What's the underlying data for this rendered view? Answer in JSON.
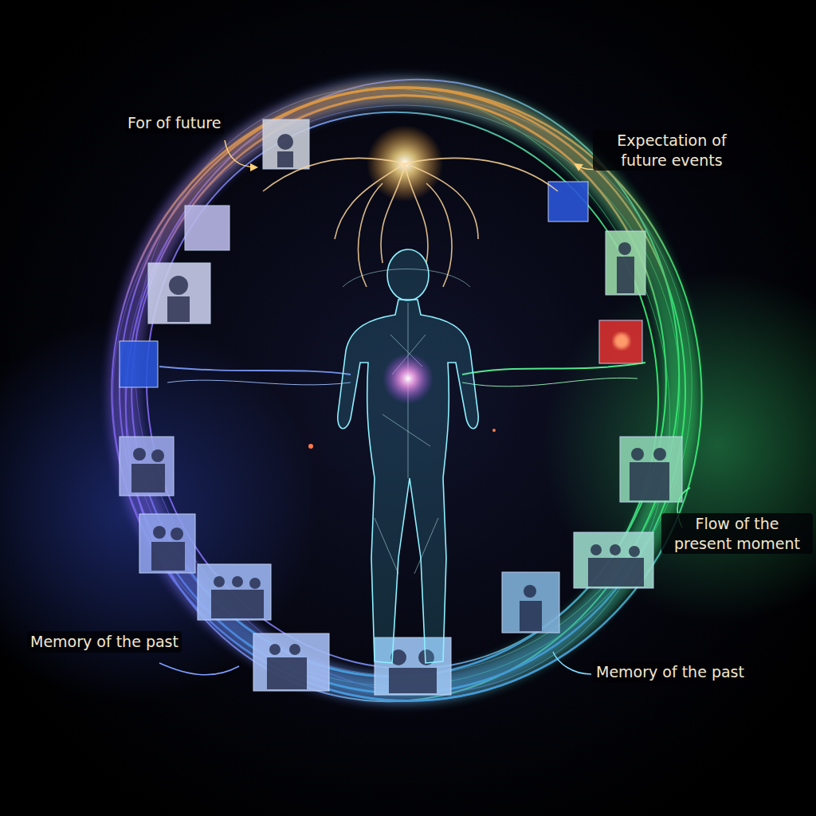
{
  "diagram": {
    "labels": [
      "For of future",
      "Expectation of future events",
      "Flow of the present moment",
      "Memory of the past",
      "Memory of the past"
    ]
  }
}
